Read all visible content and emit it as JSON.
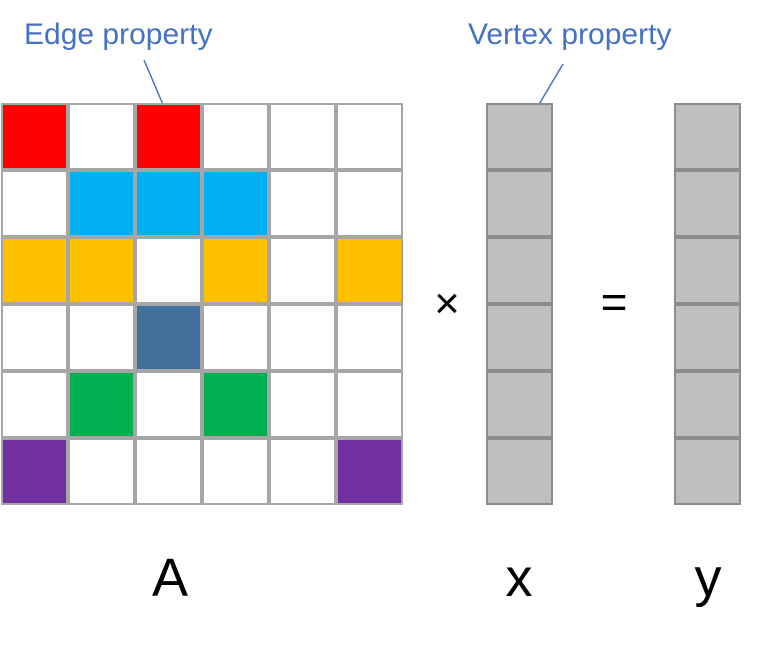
{
  "callouts": {
    "edge_property": "Edge property",
    "vertex_property": "Vertex property"
  },
  "labels": {
    "matrix": "A",
    "input_vector": "x",
    "output_vector": "y"
  },
  "operators": {
    "multiply": "×",
    "equals": "="
  },
  "matrix": {
    "rows": 6,
    "cols": 6,
    "empty_color": "#ffffff",
    "cells": [
      [
        "#ff0000",
        null,
        "#ff0000",
        null,
        null,
        null
      ],
      [
        null,
        "#00b0f0",
        "#00b0f0",
        "#00b0f0",
        null,
        null
      ],
      [
        "#ffc000",
        "#ffc000",
        null,
        "#ffc000",
        null,
        "#ffc000"
      ],
      [
        null,
        null,
        "#41719c",
        null,
        null,
        null
      ],
      [
        null,
        "#00b050",
        null,
        "#00b050",
        null,
        null
      ],
      [
        "#7030a0",
        null,
        null,
        null,
        null,
        "#7030a0"
      ]
    ]
  },
  "vectors": {
    "length": 6,
    "fill_color": "#bfbfbf"
  },
  "colors": {
    "callout": "#4472c4",
    "cell_border": "#a6a6a6",
    "vector_border": "#8c8c8c"
  }
}
